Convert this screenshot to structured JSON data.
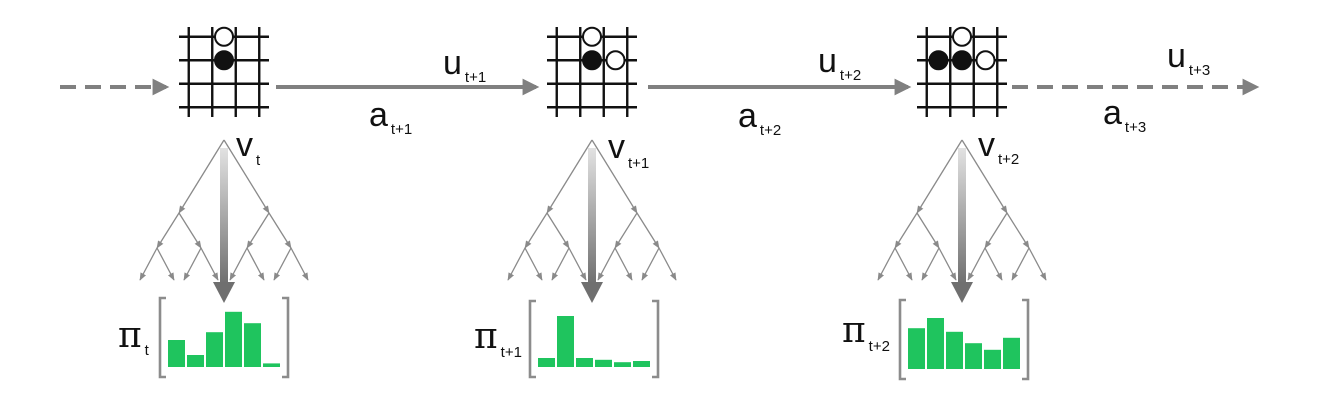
{
  "colors": {
    "arrow": "#808080",
    "tree": "#8a8a8a",
    "grid": "#111111",
    "bar": "#1fc45e",
    "bracket": "#8c8c8c",
    "text": "#111111"
  },
  "transitions": [
    {
      "u_main": "u",
      "u_sub": "t+1",
      "a_main": "a",
      "a_sub": "t+1",
      "dashed": false
    },
    {
      "u_main": "u",
      "u_sub": "t+2",
      "a_main": "a",
      "a_sub": "t+2",
      "dashed": false
    },
    {
      "u_main": "u",
      "u_sub": "t+3",
      "a_main": "a",
      "a_sub": "t+3",
      "dashed": true
    }
  ],
  "steps": [
    {
      "v_main": "v",
      "v_sub": "t",
      "pi_main": "π",
      "pi_sub": "t",
      "board_stones": [
        {
          "col": 1,
          "row": 0,
          "color": "white"
        },
        {
          "col": 1,
          "row": 1,
          "color": "black"
        }
      ],
      "policy": [
        0.45,
        0.2,
        0.58,
        0.92,
        0.73,
        0.06
      ]
    },
    {
      "v_main": "v",
      "v_sub": "t+1",
      "pi_main": "π",
      "pi_sub": "t+1",
      "board_stones": [
        {
          "col": 1,
          "row": 0,
          "color": "white"
        },
        {
          "col": 1,
          "row": 1,
          "color": "black"
        },
        {
          "col": 2,
          "row": 1,
          "color": "white"
        }
      ],
      "policy": [
        0.15,
        0.85,
        0.15,
        0.12,
        0.08,
        0.1
      ]
    },
    {
      "v_main": "v",
      "v_sub": "t+2",
      "pi_main": "π",
      "pi_sub": "t+2",
      "board_stones": [
        {
          "col": 1,
          "row": 0,
          "color": "white"
        },
        {
          "col": 0,
          "row": 1,
          "color": "black"
        },
        {
          "col": 1,
          "row": 1,
          "color": "black"
        },
        {
          "col": 2,
          "row": 1,
          "color": "white"
        }
      ],
      "policy": [
        0.68,
        0.85,
        0.62,
        0.43,
        0.32,
        0.52
      ]
    }
  ]
}
